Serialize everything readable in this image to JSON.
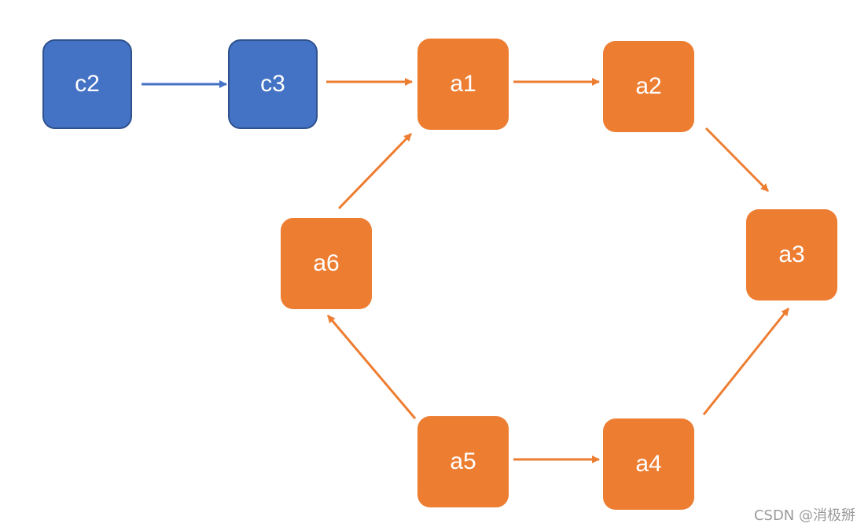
{
  "nodes": {
    "c2": "c2",
    "c3": "c3",
    "a1": "a1",
    "a2": "a2",
    "a3": "a3",
    "a4": "a4",
    "a5": "a5",
    "a6": "a6"
  },
  "edges": [
    {
      "from": "c2",
      "to": "c3",
      "color": "#4472C4"
    },
    {
      "from": "c3",
      "to": "a1",
      "color": "#ED7D31"
    },
    {
      "from": "a1",
      "to": "a2",
      "color": "#ED7D31"
    },
    {
      "from": "a2",
      "to": "a3",
      "color": "#ED7D31"
    },
    {
      "from": "a4",
      "to": "a3",
      "color": "#ED7D31"
    },
    {
      "from": "a5",
      "to": "a4",
      "color": "#ED7D31"
    },
    {
      "from": "a5",
      "to": "a6",
      "color": "#ED7D31"
    },
    {
      "from": "a6",
      "to": "a1",
      "color": "#ED7D31"
    }
  ],
  "colors": {
    "blue_node": "#4472C4",
    "orange_node": "#ED7D31"
  },
  "watermark": "CSDN @消极掰"
}
